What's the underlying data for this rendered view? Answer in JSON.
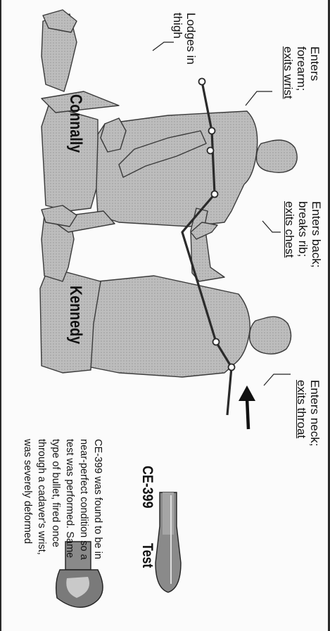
{
  "labels": {
    "enters_neck": [
      "Enters neck;",
      "exits throat"
    ],
    "enters_back": [
      "Enters back;",
      "breaks rib;",
      "exits chest"
    ],
    "enters_forearm": [
      "Enters",
      "forearm;",
      "exits wrist"
    ],
    "lodges": [
      "Lodges in",
      "thigh"
    ]
  },
  "names": {
    "kennedy": "Kennedy",
    "connally": "Connally"
  },
  "bullets": {
    "ce399_caption": "CE-399",
    "test_caption": "Test",
    "description": [
      "CE-399 was found to be in",
      "near-perfect condition so a",
      "test was performed. Same",
      "type of bullet, fired once",
      "through a cadaver's wrist,",
      "was severely deformed"
    ]
  },
  "colors": {
    "figure_fill": "#b9b9b9",
    "figure_stroke": "#3a3a3a",
    "trajectory": "#2b2b2b",
    "text": "#111111"
  }
}
